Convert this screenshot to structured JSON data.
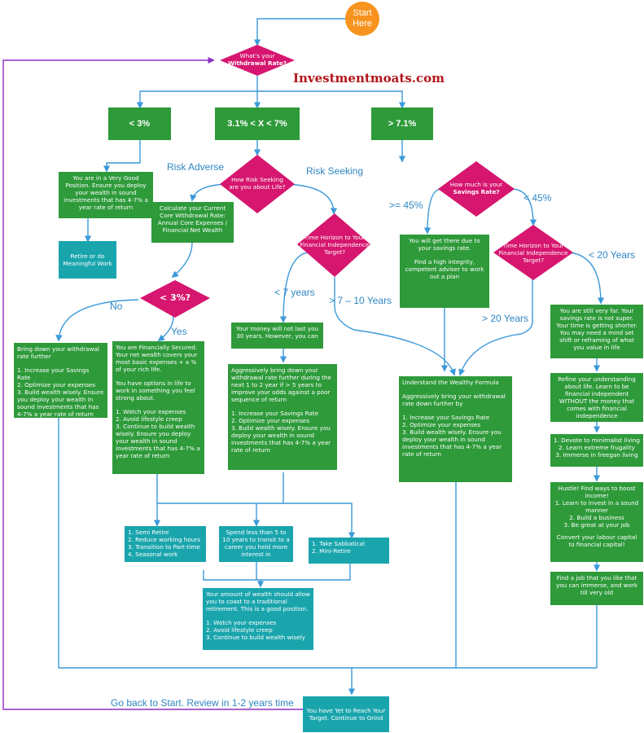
{
  "start": "Start Here",
  "brand": "Investmentmoats.com",
  "decisions": {
    "withdrawal": [
      "What's your",
      "Withdrawal Rate?"
    ],
    "risk": [
      "How Risk Seeking",
      "are you about Life?"
    ],
    "savings": [
      "How much is your",
      "Savings Rate?"
    ],
    "horizon_mid": [
      "Time Horizon to Your",
      "Financial Independence",
      "Target?"
    ],
    "horizon_right": [
      "Time Horizon to Your",
      "Financial Independence",
      "Target?"
    ],
    "three": "< 3%?"
  },
  "branches": {
    "lt3": "< 3%",
    "mid": "3.1% < X < 7%",
    "gt7": "> 7.1%"
  },
  "labels": {
    "risk_adverse": "Risk Adverse",
    "risk_seeking": "Risk Seeking",
    "ge45": ">= 45%",
    "lt45": "< 45%",
    "lt20": "< 20 Years",
    "gt20": "> 20 Years",
    "lt7": "< 7 years",
    "7to10": "> 7 – 10 Years",
    "no": "No",
    "yes": "Yes"
  },
  "boxes": {
    "very_good": "You are in a Very Good Position. Ensure you deploy your wealth in sound investments that has 4-7% a year rate of return",
    "retire": "Retire or do Meaningful Work",
    "calculate": "Calculate your Current Core Withdrawal Rate: Annual Core Expenses / Financial Net Wealth",
    "bring_down": [
      "Bring down your withdrawal rate further",
      "1. Increase your Savings Rate\n2. Optimize your expenses\n3. Build wealth wisely. Ensure you deploy your wealth in sound investments that has 4-7% a year rate of return"
    ],
    "secured": [
      "You are Financially Secured. Your net wealth covers your most basic expenses + a % of your rich life.",
      "You have options in life to work in something you feel strong about.",
      "1. Watch your expenses\n2. Avoid lifestyle creep\n3. Continue to build wealth wisely. Ensure you deploy your wealth in sound investments that has 4-7% a year rate of return"
    ],
    "not_last": "Your money will not last you 30 years. However, you can",
    "aggressive": [
      "Aggressively bring down your withdrawal rate further during the next 1 to 2 year if > 5 years to improve your odds against a poor sequence of return",
      "1. Increase your Savings Rate\n2. Optimize your expenses\n3. Build wealth wisely. Ensure you deploy your wealth in sound investments that has 4-7% a year rate of return"
    ],
    "due_savings": [
      "You will get there due to your savings rate.",
      "Find a high integrity, competent adviser to work out a plan"
    ],
    "wealthy": [
      "Understand the Wealthy Formula",
      "Aggressively bring your withdrawal rate down further by",
      "1. Increase your Savings Rate\n2. Optimize your expenses\n3. Build wealth wisely. Ensure you deploy your wealth in sound investments that has 4-7% a year rate of return"
    ],
    "not_super": "You are still very far. Your savings rate is not super. Your time is getting shorter. You may need a mind set shift or reframing of what you value in life",
    "refine": "Refine your understanding about life. Learn to be financial independent WITHOUT the money that comes with financial independence",
    "devote": "1. Devote to minimalist living\n2. Learn extreme frugality\n3. Immerse in freegan living",
    "hustle": [
      "Hustle! Find ways to boost income!",
      "1. Learn to invest in a sound manner\n2. Build a business\n3. Be great at your job",
      "Convert your labour capital to financial capital!"
    ],
    "find_job": "Find a job that you like that you can immerse, and work till very old",
    "semi": "1. Semi Retire\n2. Reduce working hours\n3. Transition to Part-time\n4. Seasonal work",
    "spend": "Spend less than 5 to 10 years to transit to a career you held more interest in",
    "sabbatical": "1. Take Sabbatical\n2. Mini-Retire",
    "coast": [
      "Your amount of wealth should allow you to coast to a traditional retirement. This is a good position.",
      "1. Watch your expenses\n2. Avoid lifestyle creep\n3. Continue to build wealth wisely"
    ],
    "yet": "You have Yet to Reach Your Target. Continue to Grind"
  },
  "back": "Go back to Start. Review in 1-2 years time",
  "colors": {
    "green": "#2e9a3a",
    "teal": "#1aa5ad",
    "decision": "#d6166f",
    "start": "#f7931e",
    "arrow": "#3b9ad9",
    "loop": "#8e2ec4",
    "brand": "#b2151a"
  }
}
